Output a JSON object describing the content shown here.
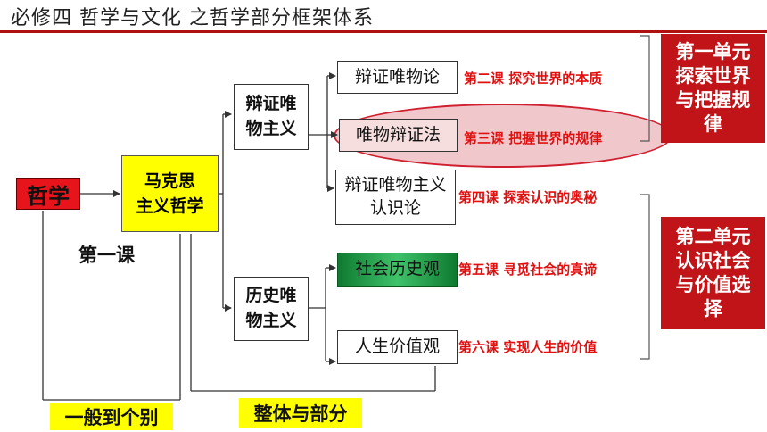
{
  "title": "必修四 哲学与文化 之哲学部分框架体系",
  "nodes": {
    "zhexue": "哲学",
    "makesi": [
      "马克思",
      "主义哲学"
    ],
    "bianzheng_weiwu_zhuyi": [
      "辩证唯",
      "物主义"
    ],
    "lishi_weiwu_zhuyi": [
      "历史唯",
      "物主义"
    ],
    "bianzheng_weiwulun": "辩证唯物论",
    "weiwu_bianzhengfa": "唯物辩证法",
    "renshilun": [
      "辩证唯物主义",
      "认识论"
    ],
    "shehui_lishiguan": "社会历史观",
    "rensheng_jiazhiguan": "人生价值观"
  },
  "lessons": {
    "l2": "第二课  探究世界的本质",
    "l3": "第三课  把握世界的规律",
    "l4": "第四课  探索认识的奥秘",
    "l5": "第五课  寻觅社会的真谛",
    "l6": "第六课  实现人生的价值"
  },
  "units": {
    "unit1": [
      "第一单元",
      "探索世界",
      "与把握规",
      "律"
    ],
    "unit2": [
      "第二单元",
      "认识社会",
      "与价值选",
      "择"
    ]
  },
  "labels": {
    "diyike": "第一课",
    "yiban_dao_gebie": "一般到个别",
    "zhengti_yu_bufen": "整体与部分"
  },
  "colors": {
    "accent_red": "#e01010",
    "unit_red": "#c01418",
    "highlight_yellow": "#ffff00",
    "green_box": "#1a8a3a"
  }
}
